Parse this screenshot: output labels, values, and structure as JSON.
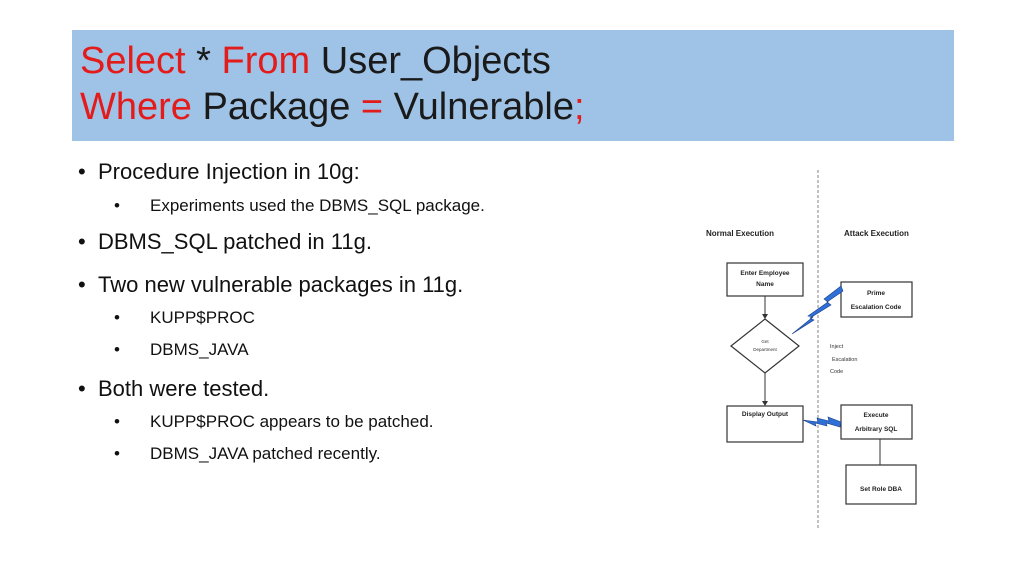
{
  "title": {
    "line1": {
      "kw_select": "Select",
      "star": " * ",
      "kw_from": "From",
      "table": " User_Objects"
    },
    "line2": {
      "kw_where": "Where",
      "column": " Package ",
      "kw_eq": "=",
      "value": " Vulnerable",
      "kw_semicolon": ";"
    }
  },
  "bullets": [
    {
      "text": "Procedure Injection in 10g:",
      "sub": [
        "Experiments used the DBMS_SQL package."
      ]
    },
    {
      "text": " DBMS_SQL patched in 11g.",
      "sub": []
    },
    {
      "text": "Two new vulnerable packages in 11g.",
      "sub": [
        "KUPP$PROC",
        "DBMS_JAVA"
      ]
    },
    {
      "text": "Both were tested.",
      "sub": [
        "KUPP$PROC appears to be patched.",
        "DBMS_JAVA patched recently."
      ]
    }
  ],
  "bullet_glyph": "•",
  "diagram": {
    "normal_header": "Normal Execution",
    "attack_header": "Attack Execution",
    "enter_employee_1": "Enter Employee",
    "enter_employee_2": "Name",
    "get_department_1": "Get",
    "get_department_2": "Department",
    "display_output": "Display Output",
    "prime_1": "Prime",
    "prime_2": "Escalation Code",
    "inject_1": "Inject",
    "inject_2": "Escalation",
    "inject_3": "Code",
    "execute_1": "Execute",
    "execute_2": "Arbitrary SQL",
    "set_role": "Set Role DBA"
  },
  "colors": {
    "title_bg": "#9fc3e6",
    "keyword": "#e31b1b",
    "lightning": "#2f6fd6"
  }
}
